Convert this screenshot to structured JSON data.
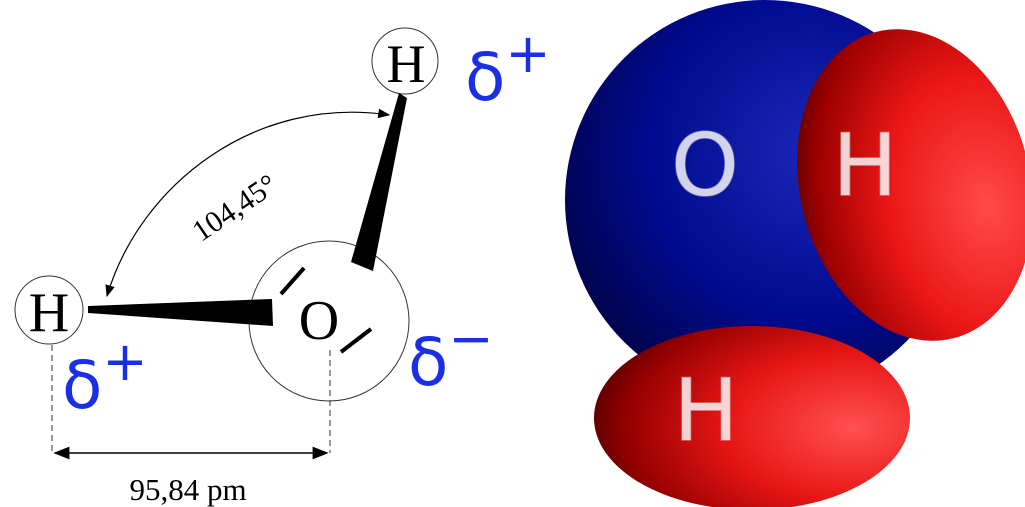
{
  "structural": {
    "oxygen": "O",
    "hydrogen_top": "H",
    "hydrogen_left": "H",
    "charge_h_top": "δ+",
    "charge_h_left": "δ+",
    "charge_oxygen": "δ−",
    "bond_angle": "104,45°",
    "bond_length": "95,84 pm"
  },
  "space_filling": {
    "oxygen": "O",
    "hydrogen_right": "H",
    "hydrogen_bottom": "H"
  },
  "colors": {
    "charge": "#1a2ee6",
    "oxygen": "#000c88",
    "hydrogen": "#e8000a"
  }
}
